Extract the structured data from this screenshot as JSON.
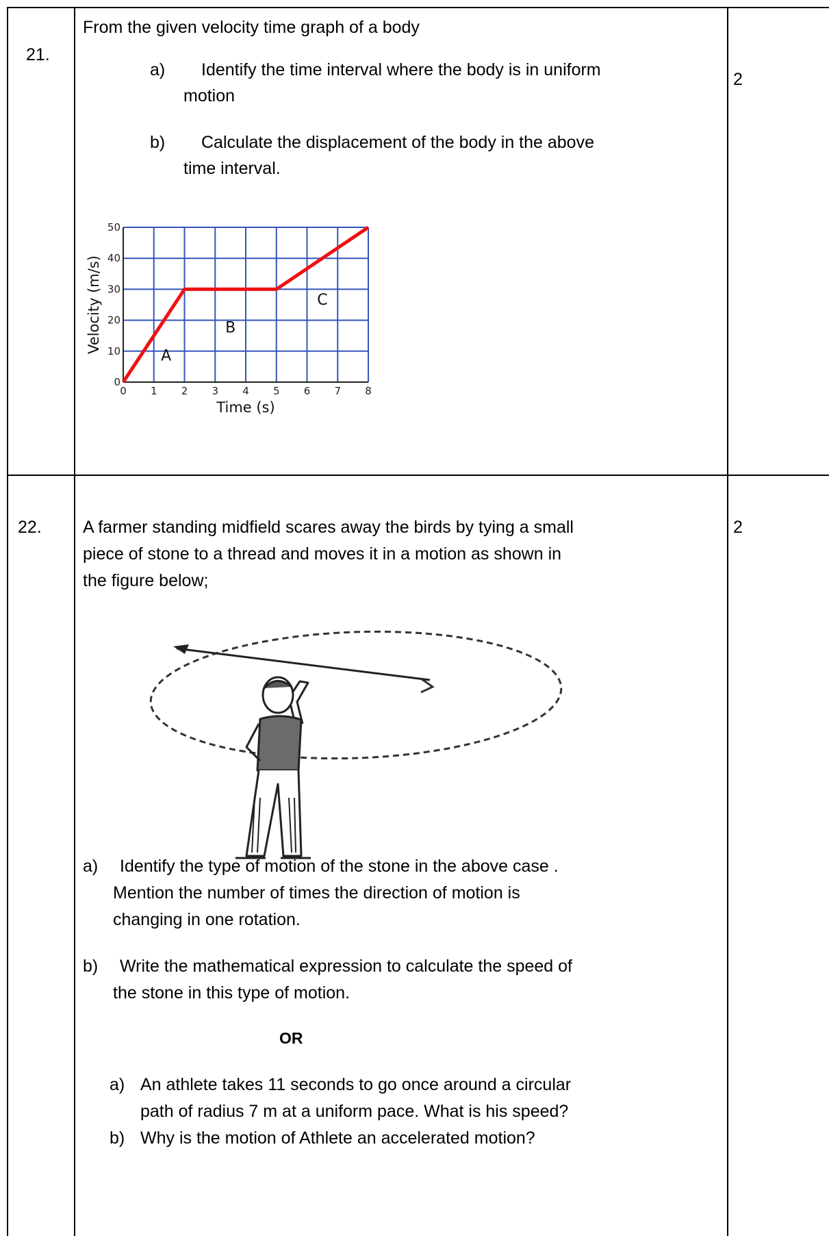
{
  "q21": {
    "number": "21.",
    "stem": "From the given velocity time graph of a body",
    "a_label": "a)",
    "a_line1": "Identify the time interval where the body is in uniform",
    "a_line2": "motion",
    "b_label": "b)",
    "b_line1": "Calculate the displacement of the body in the above",
    "b_line2": "time interval.",
    "marks": "2"
  },
  "chart_data": {
    "type": "line",
    "xlabel": "Time (s)",
    "ylabel": "Velocity (m/s)",
    "xlim": [
      0,
      8
    ],
    "ylim": [
      0,
      50
    ],
    "x_ticks": [
      "0",
      "1",
      "2",
      "3",
      "4",
      "5",
      "6",
      "7",
      "8"
    ],
    "y_ticks": [
      "0",
      "10",
      "20",
      "30",
      "40",
      "50"
    ],
    "grid": true,
    "series": [
      {
        "x": [
          0,
          2,
          5,
          8
        ],
        "y": [
          0,
          30,
          30,
          50
        ]
      }
    ],
    "region_labels": [
      {
        "text": "A",
        "x": 1.4,
        "y": 7
      },
      {
        "text": "B",
        "x": 3.5,
        "y": 16
      },
      {
        "text": "C",
        "x": 6.5,
        "y": 25
      }
    ],
    "line_color": "#ee1111",
    "grid_color": "#3355bb"
  },
  "q22": {
    "number": "22.",
    "stem_line1": "A farmer standing midfield scares away the birds by tying a small",
    "stem_line2": "piece of stone to a thread and moves it in a motion as shown in",
    "stem_line3": "the figure below;",
    "marks": "2",
    "a_label": "a)",
    "a_line1": "Identify the type of motion of the stone in the above case .",
    "a_line2": "Mention the number of times the direction of motion is",
    "a_line3": "changing in one rotation.",
    "b_label": "b)",
    "b_line1": "Write the mathematical expression to calculate the speed of",
    "b_line2": "the stone in this type of motion.",
    "or": "OR",
    "alt_a_label": "a)",
    "alt_a_line1": "An athlete takes 11 seconds to go once around a circular",
    "alt_a_line2": "path of radius 7 m at a uniform pace. What is his speed?",
    "alt_b_label": "b)",
    "alt_b_line1": "Why is the motion of Athlete an accelerated motion?"
  }
}
